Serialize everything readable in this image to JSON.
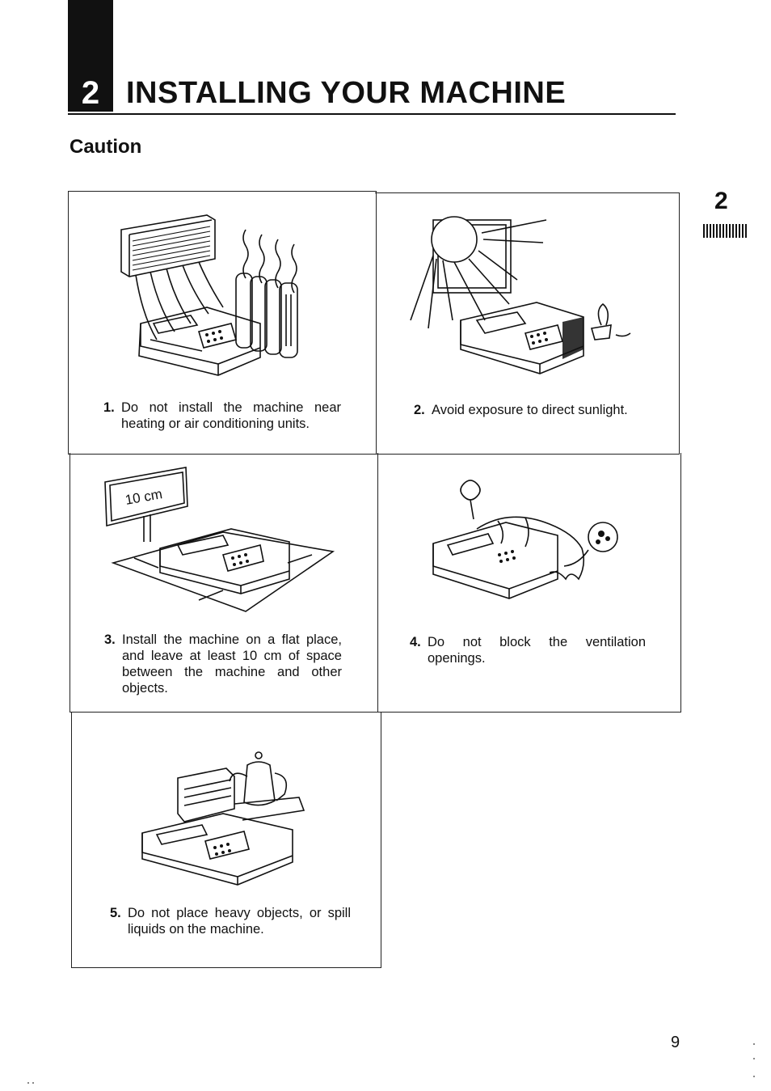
{
  "header": {
    "chapter_number": "2",
    "title": "INSTALLING YOUR MACHINE"
  },
  "section": {
    "heading": "Caution"
  },
  "side_tab": {
    "number": "2"
  },
  "items": [
    {
      "number": "1.",
      "text": "Do not install the machine near heating or air conditioning units.",
      "icon": "fax-near-heater-illustration"
    },
    {
      "number": "2.",
      "text": "Avoid exposure to direct sunlight.",
      "icon": "fax-in-sunlight-illustration"
    },
    {
      "number": "3.",
      "text": "Install the machine on a flat place, and leave at least 10 cm of space between the machine and other objects.",
      "icon": "fax-clearance-illustration",
      "sign_label": "10 cm"
    },
    {
      "number": "4.",
      "text": "Do not block the ventilation openings.",
      "icon": "fax-covered-illustration"
    },
    {
      "number": "5.",
      "text": "Do not place heavy objects, or spill liquids on the machine.",
      "icon": "fax-heavy-objects-illustration"
    }
  ],
  "footer": {
    "page_number": "9"
  }
}
